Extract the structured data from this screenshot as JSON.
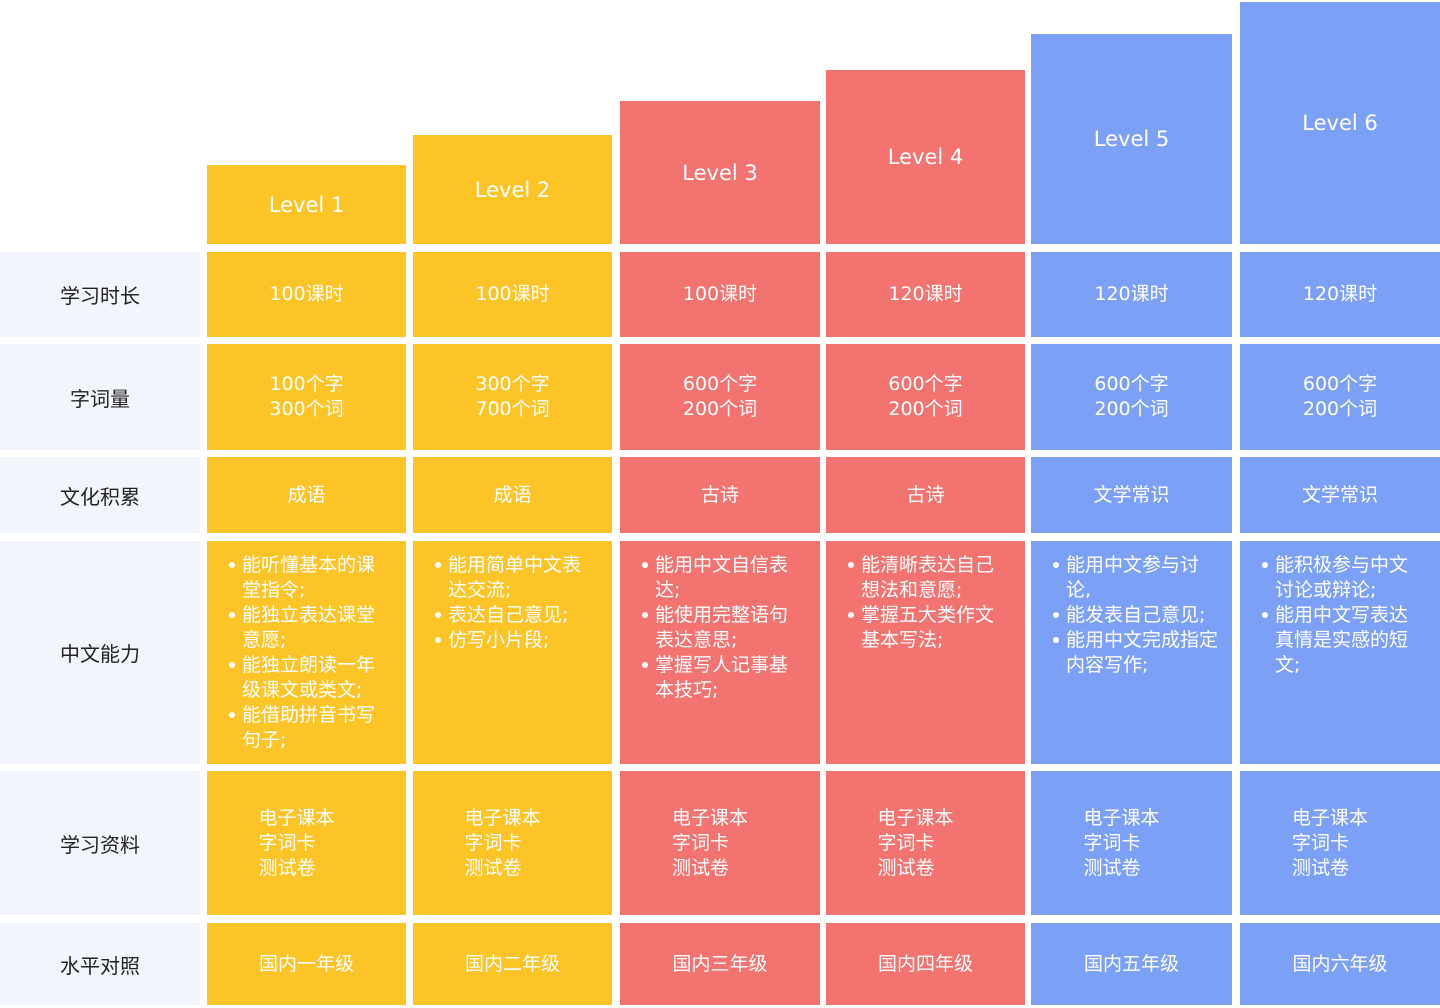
{
  "colors": {
    "yellow": "#fdc428",
    "red": "#f27370",
    "blue": "#7da0f7",
    "label_bg": "#f3f5fc"
  },
  "row_labels": [
    "学习时长",
    "字词量",
    "文化积累",
    "中文能力",
    "学习资料",
    "水平对照"
  ],
  "levels": [
    {
      "name": "Level 1",
      "color": "y",
      "hours": "100课时",
      "vocab": [
        "100个字",
        "300个词"
      ],
      "culture": "成语",
      "abilities": [
        "能听懂基本的课堂指令;",
        "能独立表达课堂意愿;",
        "能独立朗读一年级课文或类文;",
        "能借助拼音书写句子;"
      ],
      "materials": [
        "电子课本",
        "字词卡",
        "测试卷"
      ],
      "equivalent": "国内一年级"
    },
    {
      "name": "Level 2",
      "color": "y",
      "hours": "100课时",
      "vocab": [
        "300个字",
        "700个词"
      ],
      "culture": "成语",
      "abilities": [
        "能用简单中文表达交流;",
        "表达自己意见;",
        "仿写小片段;"
      ],
      "materials": [
        "电子课本",
        "字词卡",
        "测试卷"
      ],
      "equivalent": "国内二年级"
    },
    {
      "name": "Level 3",
      "color": "r",
      "hours": "100课时",
      "vocab": [
        "600个字",
        "200个词"
      ],
      "culture": "古诗",
      "abilities": [
        "能用中文自信表达;",
        "能使用完整语句表达意思;",
        "掌握写人记事基本技巧;"
      ],
      "materials": [
        "电子课本",
        "字词卡",
        "测试卷"
      ],
      "equivalent": "国内三年级"
    },
    {
      "name": "Level 4",
      "color": "r",
      "hours": "120课时",
      "vocab": [
        "600个字",
        "200个词"
      ],
      "culture": "古诗",
      "abilities": [
        "能清晰表达自己想法和意愿;",
        "掌握五大类作文基本写法;"
      ],
      "materials": [
        "电子课本",
        "字词卡",
        "测试卷"
      ],
      "equivalent": "国内四年级"
    },
    {
      "name": "Level 5",
      "color": "b",
      "hours": "120课时",
      "vocab": [
        "600个字",
        "200个词"
      ],
      "culture": "文学常识",
      "abilities": [
        "能用中文参与讨论,",
        "能发表自己意见;",
        "能用中文完成指定内容写作;"
      ],
      "materials": [
        "电子课本",
        "字词卡",
        "测试卷"
      ],
      "equivalent": "国内五年级"
    },
    {
      "name": "Level 6",
      "color": "b",
      "hours": "120课时",
      "vocab": [
        "600个字",
        "200个词"
      ],
      "culture": "文学常识",
      "abilities": [
        "能积极参与中文讨论或辩论;",
        "能用中文写表达真情是实感的短文;"
      ],
      "materials": [
        "电子课本",
        "字词卡",
        "测试卷"
      ],
      "equivalent": "国内六年级"
    }
  ]
}
